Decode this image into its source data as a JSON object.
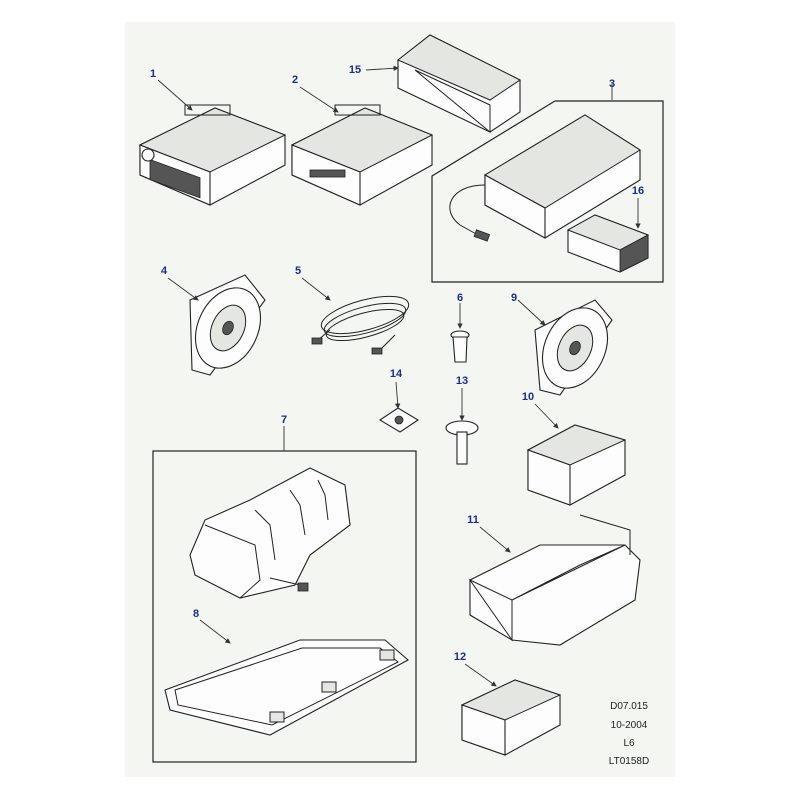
{
  "callouts": {
    "c1": "1",
    "c2": "2",
    "c3": "3",
    "c4": "4",
    "c5": "5",
    "c6": "6",
    "c7": "7",
    "c8": "8",
    "c9": "9",
    "c10": "10",
    "c11": "11",
    "c12": "12",
    "c13": "13",
    "c14": "14",
    "c15": "15",
    "c16": "16"
  },
  "reference": {
    "code": "D07.015",
    "date": "10-2004",
    "model": "L6",
    "drawing": "LT0158D"
  },
  "colors": {
    "callout": "#1a2f8a",
    "sheet": "#f4f6f1",
    "ink": "#222222"
  }
}
